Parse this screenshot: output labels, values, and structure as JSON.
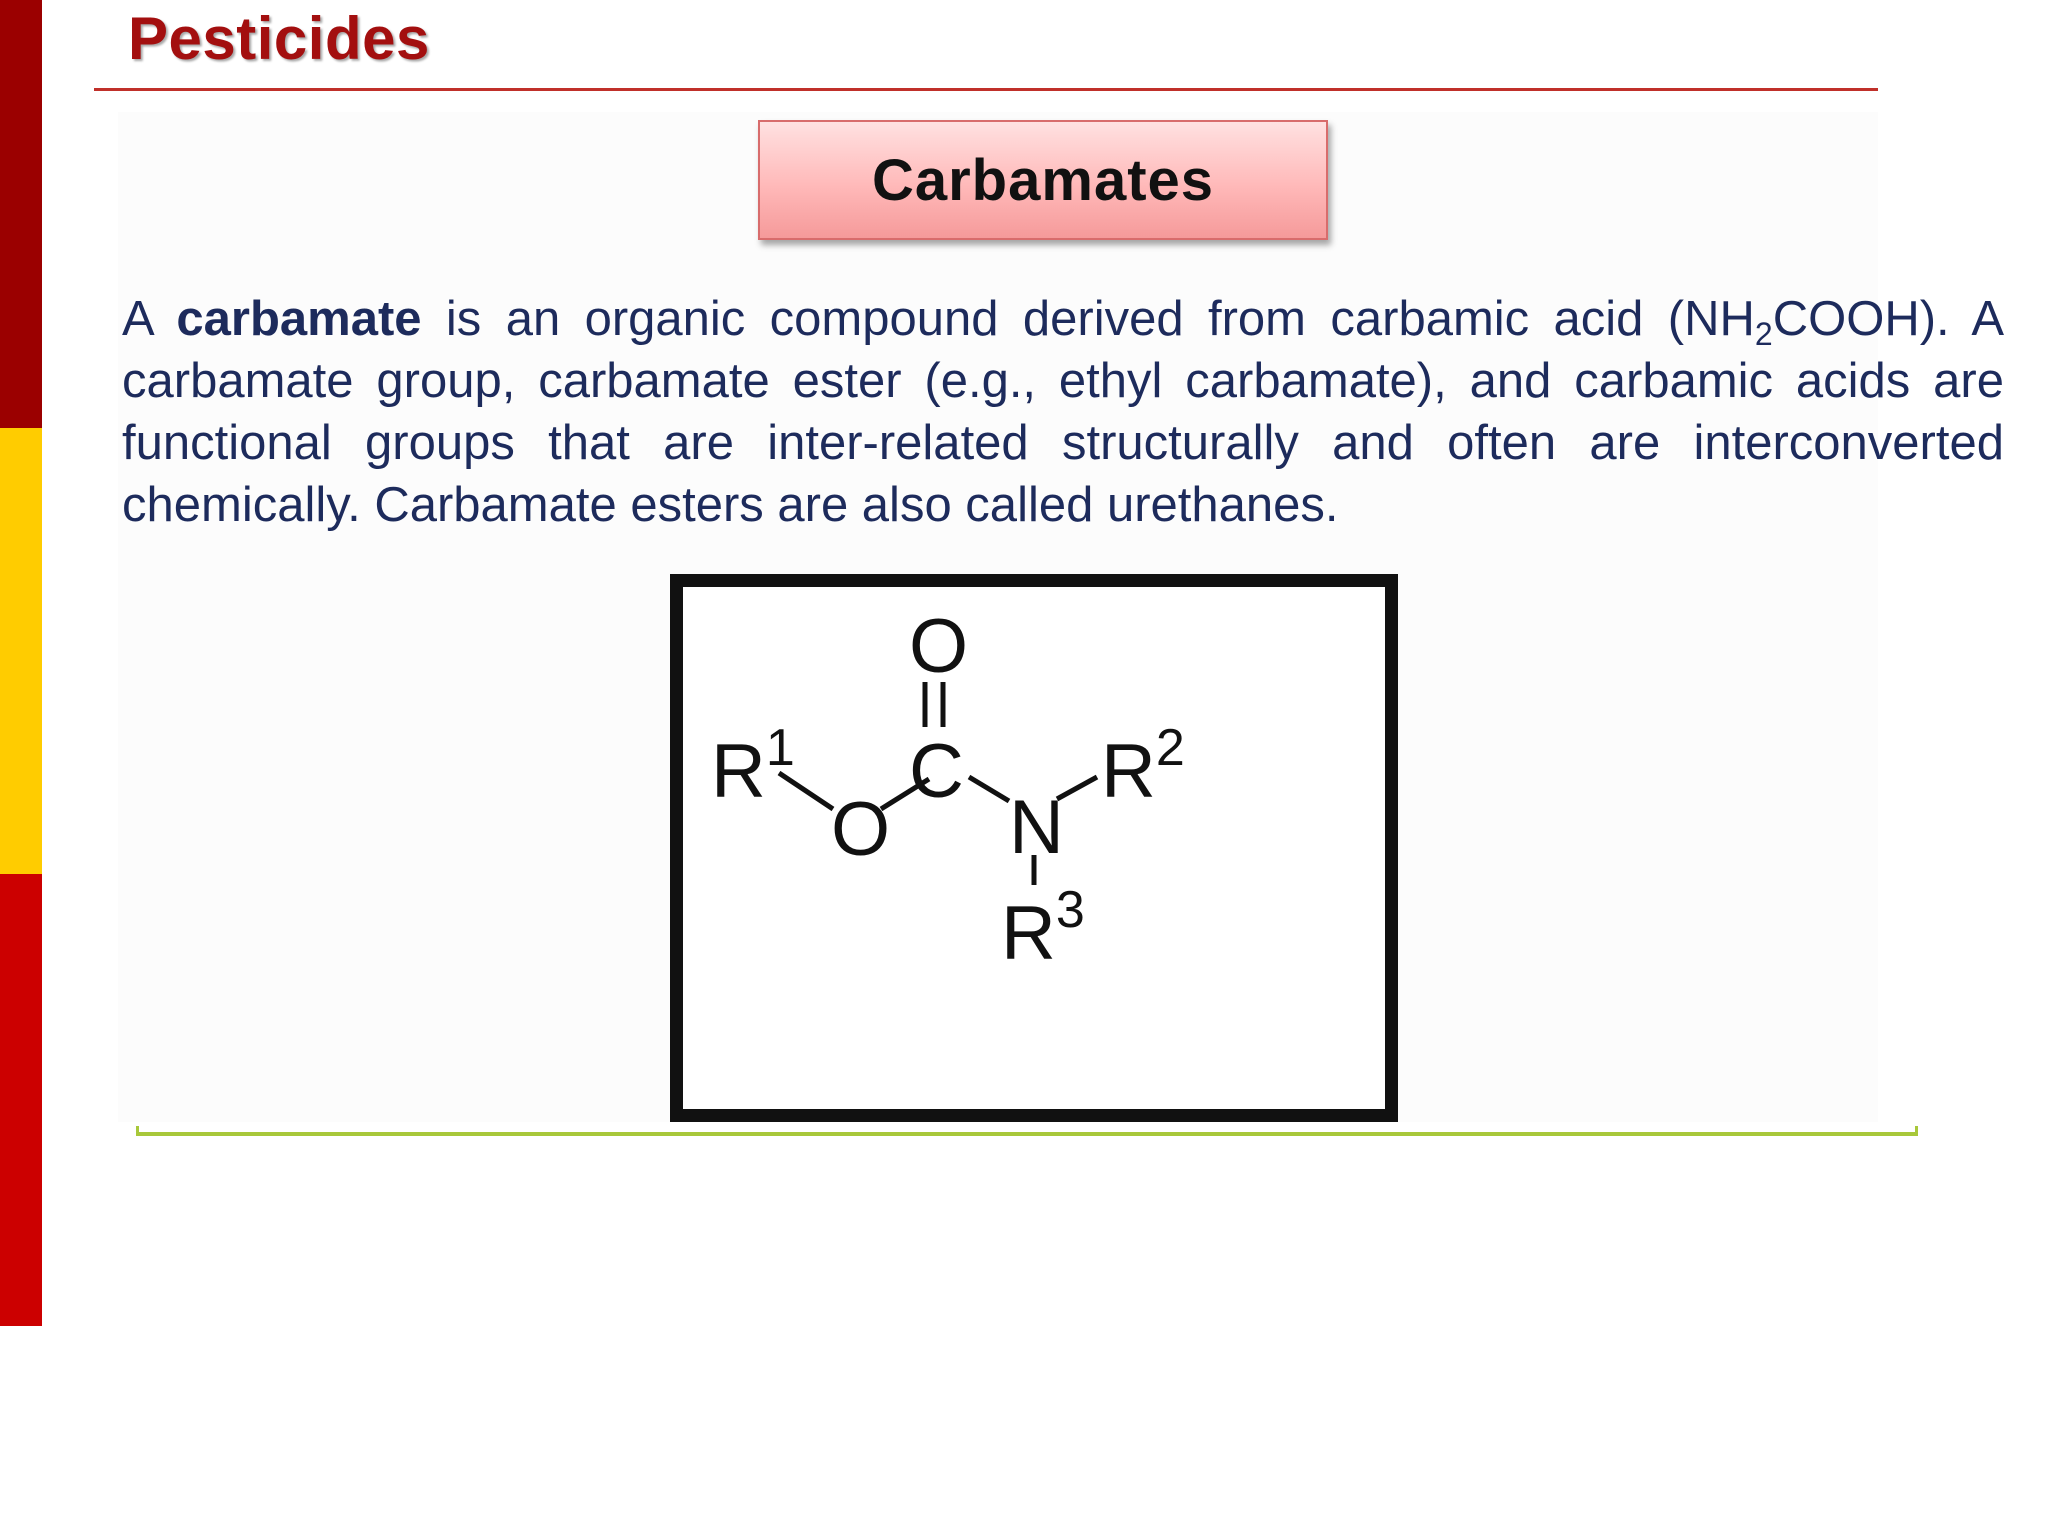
{
  "slide": {
    "title": "Pesticides",
    "heading": "Carbamates"
  },
  "paragraph": {
    "part1": "A ",
    "bold_term": "carbamate",
    "part2": " is an organic compound derived from carbamic acid (NH",
    "subscript": "2",
    "part3": "COOH). A carbamate group, carbamate ester (e.g., ethyl carbamate), and carbamic acids are functional groups that are inter-related structurally and often are interconverted chemically. Carbamate esters are also called urethanes."
  },
  "structure": {
    "atoms": {
      "r1": "R",
      "r1_sup": "1",
      "o_ester": "O",
      "c": "C",
      "o_carbonyl": "O",
      "n": "N",
      "r2": "R",
      "r2_sup": "2",
      "r3": "R",
      "r3_sup": "3"
    }
  },
  "colors": {
    "stripe_top": "#9b0000",
    "stripe_mid": "#ffcc00",
    "stripe_bottom": "#cc0000",
    "title": "#a30f0f",
    "body_text": "#1d2b5c",
    "accent_line": "#a8c83a"
  }
}
